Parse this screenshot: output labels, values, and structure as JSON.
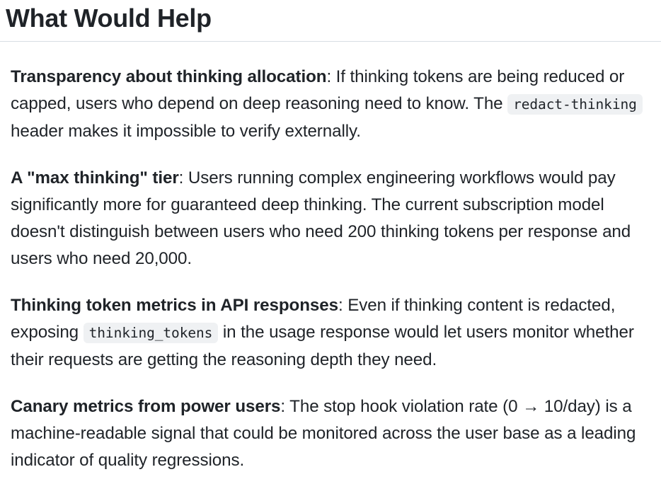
{
  "section": {
    "title": "What Would Help",
    "items": [
      {
        "term": "Transparency about thinking allocation",
        "text_before_code": ": If thinking tokens are being reduced or capped, users who depend on deep reasoning need to know. The ",
        "code": "redact-thinking",
        "text_after_code": " header makes it impossible to verify externally."
      },
      {
        "term": "A \"max thinking\" tier",
        "text": ": Users running complex engineering workflows would pay significantly more for guaranteed deep thinking. The current subscription model doesn't distinguish between users who need 200 thinking tokens per response and users who need 20,000."
      },
      {
        "term": "Thinking token metrics in API responses",
        "text_before_code": ": Even if thinking content is redacted, exposing ",
        "code": "thinking_tokens",
        "text_after_code": " in the usage response would let users monitor whether their requests are getting the reasoning depth they need."
      },
      {
        "term": "Canary metrics from power users",
        "text": ": The stop hook violation rate (0 → 10/day) is a machine-readable signal that could be monitored across the user base as a leading indicator of quality regressions."
      }
    ]
  }
}
